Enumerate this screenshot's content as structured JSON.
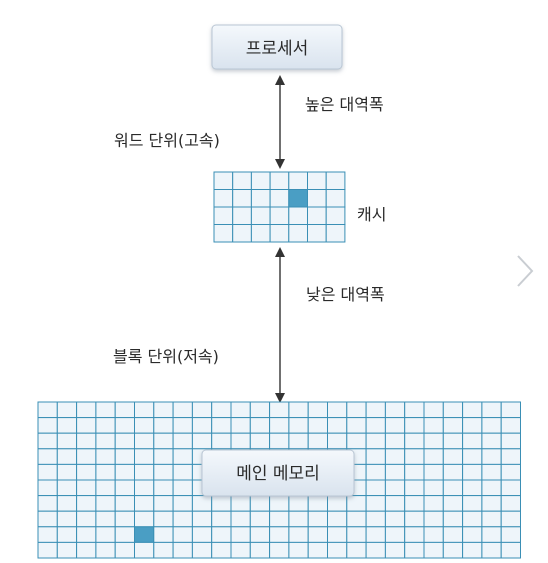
{
  "diagram": {
    "processor": {
      "label": "프로세서"
    },
    "cache": {
      "label": "캐시",
      "grid": {
        "cols": 7,
        "rows": 4,
        "highlight": [
          {
            "col": 4,
            "row": 1
          }
        ]
      }
    },
    "main_memory": {
      "label": "메인 메모리",
      "grid": {
        "cols": 25,
        "rows": 10,
        "highlight": [
          {
            "col": 5,
            "row": 8
          }
        ]
      }
    },
    "top_link": {
      "left_label": "워드 단위(고속)",
      "right_label": "높은 대역폭"
    },
    "bottom_link": {
      "left_label": "블록 단위(저속)",
      "right_label": "낮은 대역폭"
    },
    "colors": {
      "grid_line": "#3a8fb5",
      "cell_fill": "#eef5fa",
      "highlight": "#4a9ec4",
      "box_top": "#f4f8fc",
      "box_bottom": "#d9e3ee",
      "arrow": "#333333"
    },
    "next_icon": "chevron-right-icon"
  }
}
